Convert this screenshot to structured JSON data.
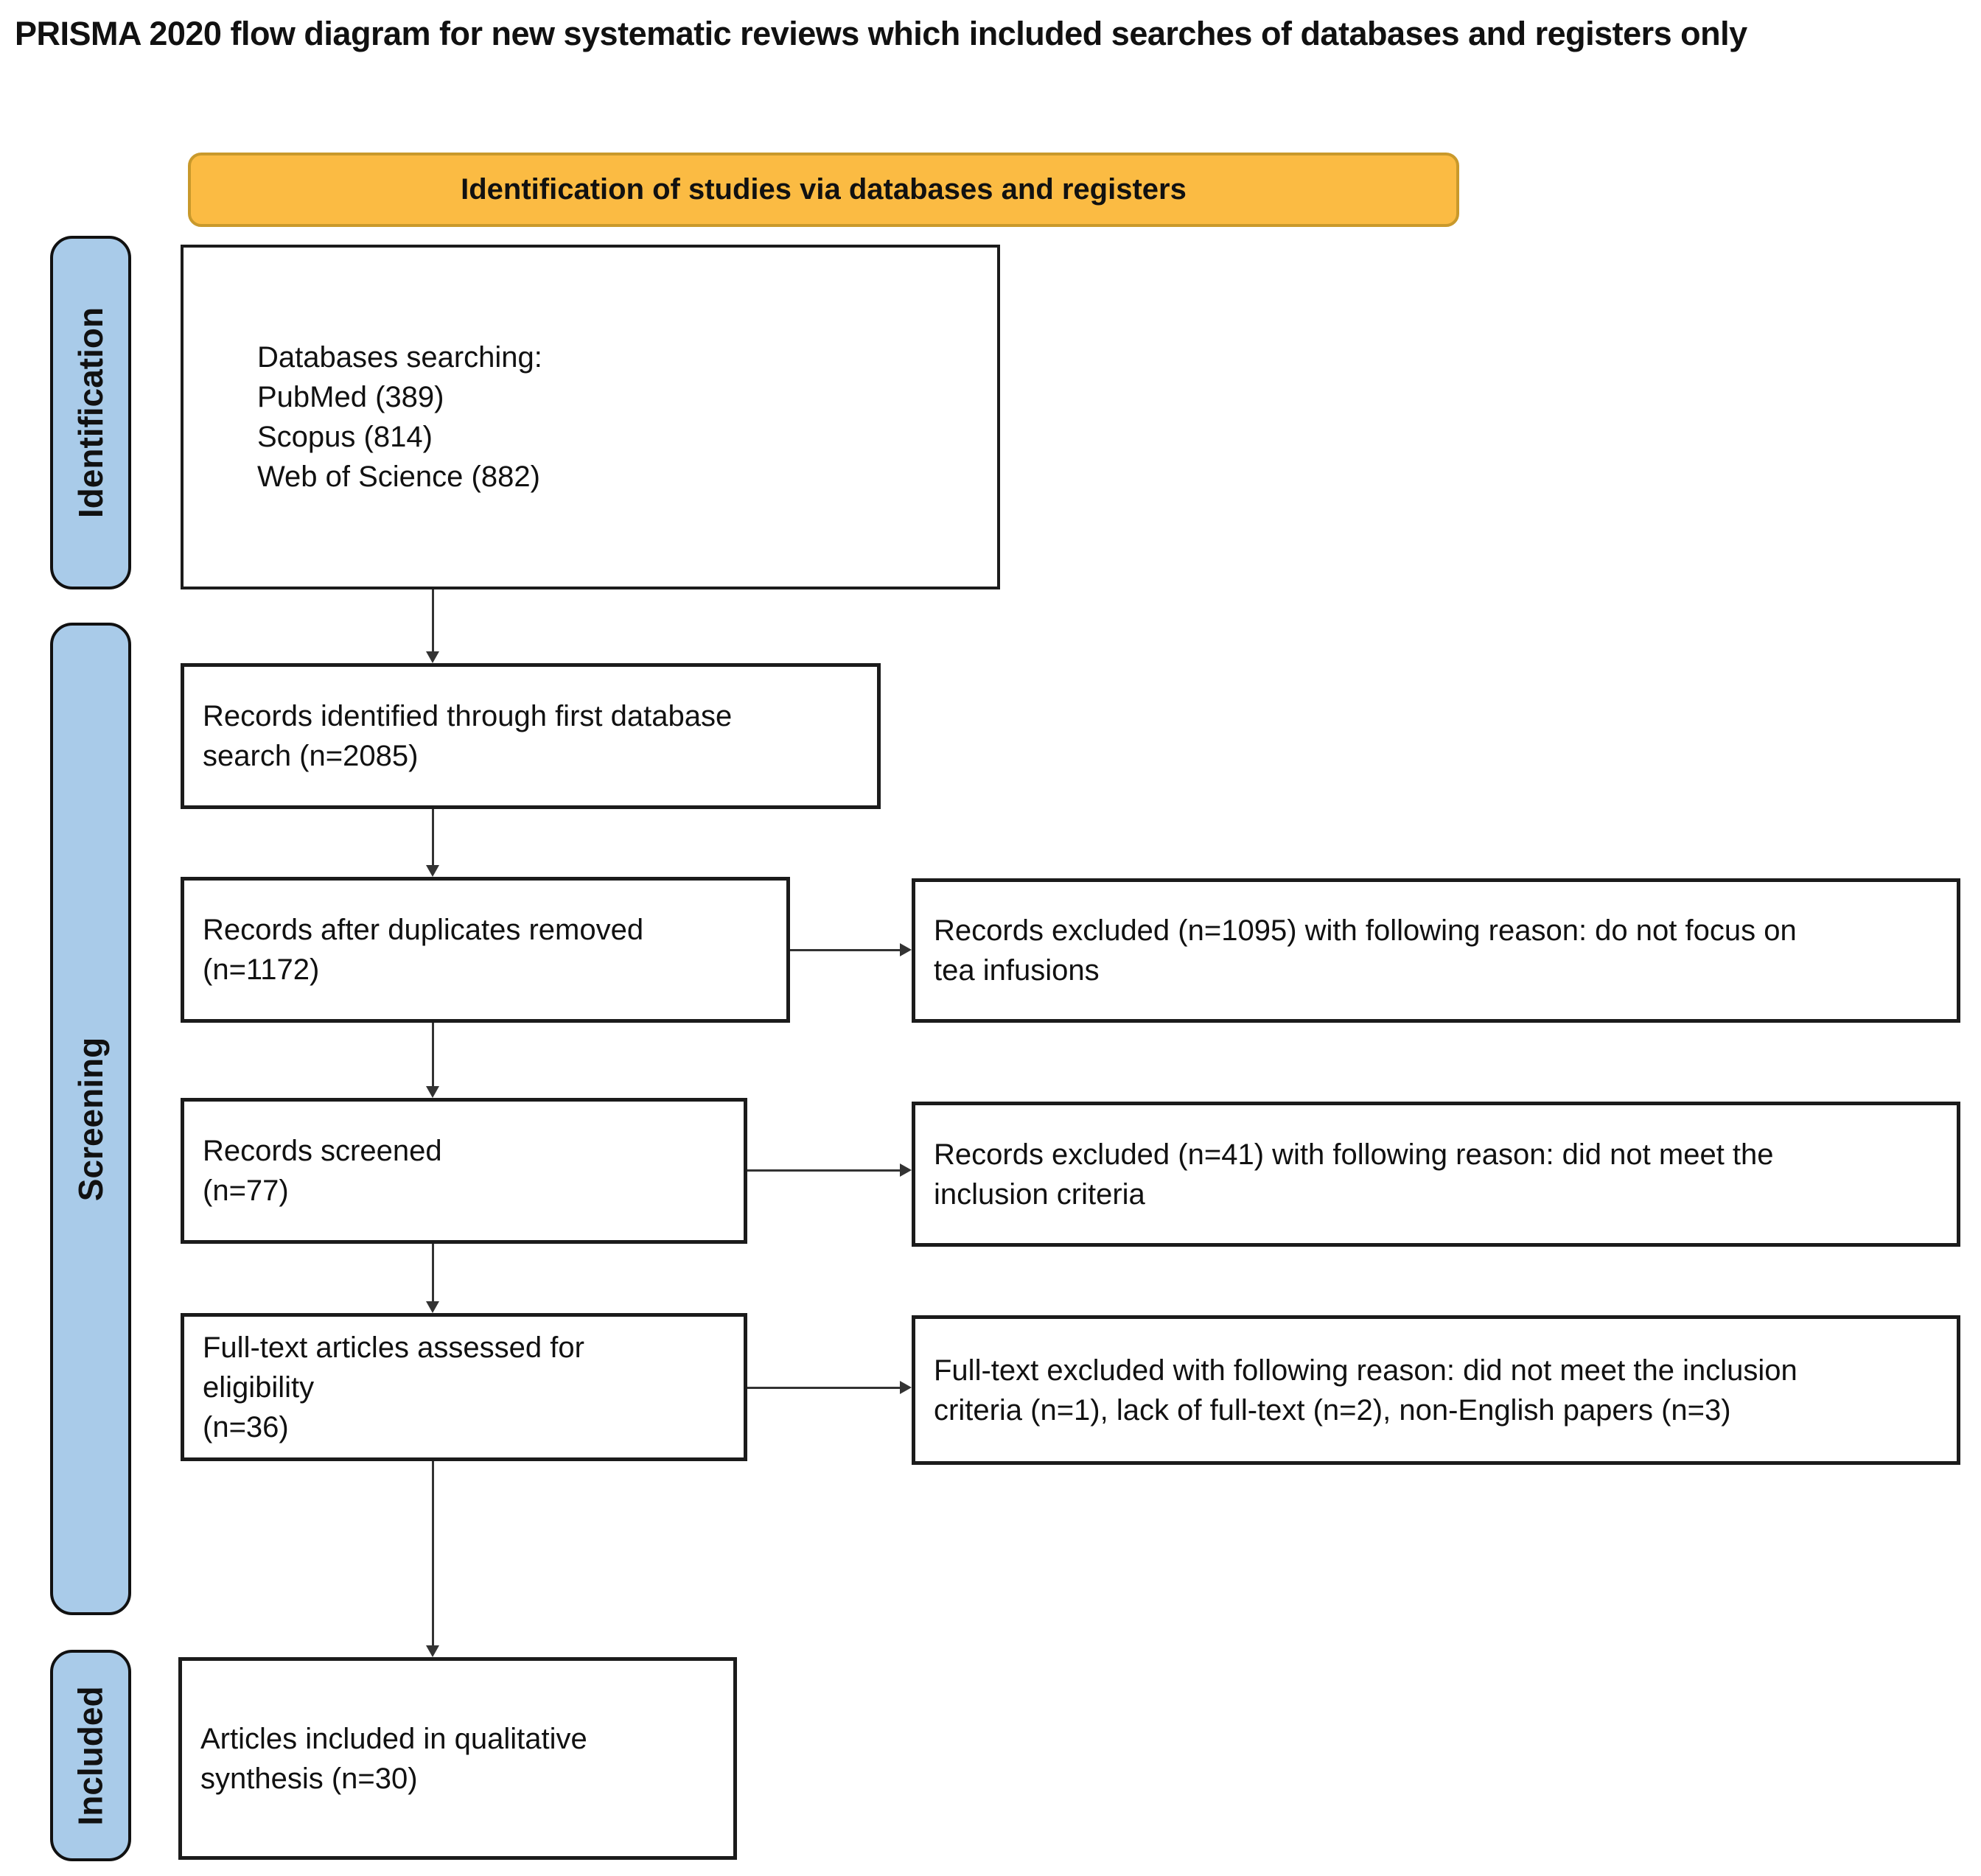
{
  "title": "PRISMA 2020 flow diagram for new systematic reviews which included searches of databases and registers only",
  "banner": {
    "label": "Identification of studies via databases and registers"
  },
  "stages": {
    "identification": "Identification",
    "screening": "Screening",
    "included": "Included"
  },
  "colors": {
    "stage_fill": "#A9CBE9",
    "banner_fill": "#FBBB43",
    "banner_border": "#C9992B",
    "box_border": "#1B1B1B",
    "arrow": "#333333"
  },
  "boxes": {
    "databases": {
      "lines": [
        "Databases searching:",
        "PubMed (389)",
        "Scopus (814)",
        "Web of Science (882)"
      ]
    },
    "identified": {
      "lines": [
        "Records identified through first database",
        "search (n=2085)"
      ]
    },
    "duplicates": {
      "lines": [
        "Records after duplicates removed",
        "(n=1172)"
      ]
    },
    "screened": {
      "lines": [
        "Records screened",
        "(n=77)"
      ]
    },
    "fulltext": {
      "lines": [
        "Full-text articles assessed for",
        "eligibility",
        "(n=36)"
      ]
    },
    "included": {
      "lines": [
        "Articles included in qualitative",
        "synthesis (n=30)"
      ]
    },
    "excluded1": {
      "lines": [
        "Records excluded (n=1095) with following reason: do not focus on",
        "tea infusions"
      ]
    },
    "excluded2": {
      "lines": [
        "Records excluded (n=41) with following reason: did not meet the",
        "inclusion criteria"
      ]
    },
    "excluded3": {
      "lines": [
        "Full-text excluded with following reason: did not meet the inclusion",
        "criteria (n=1), lack of full-text (n=2), non-English papers (n=3)"
      ]
    }
  }
}
